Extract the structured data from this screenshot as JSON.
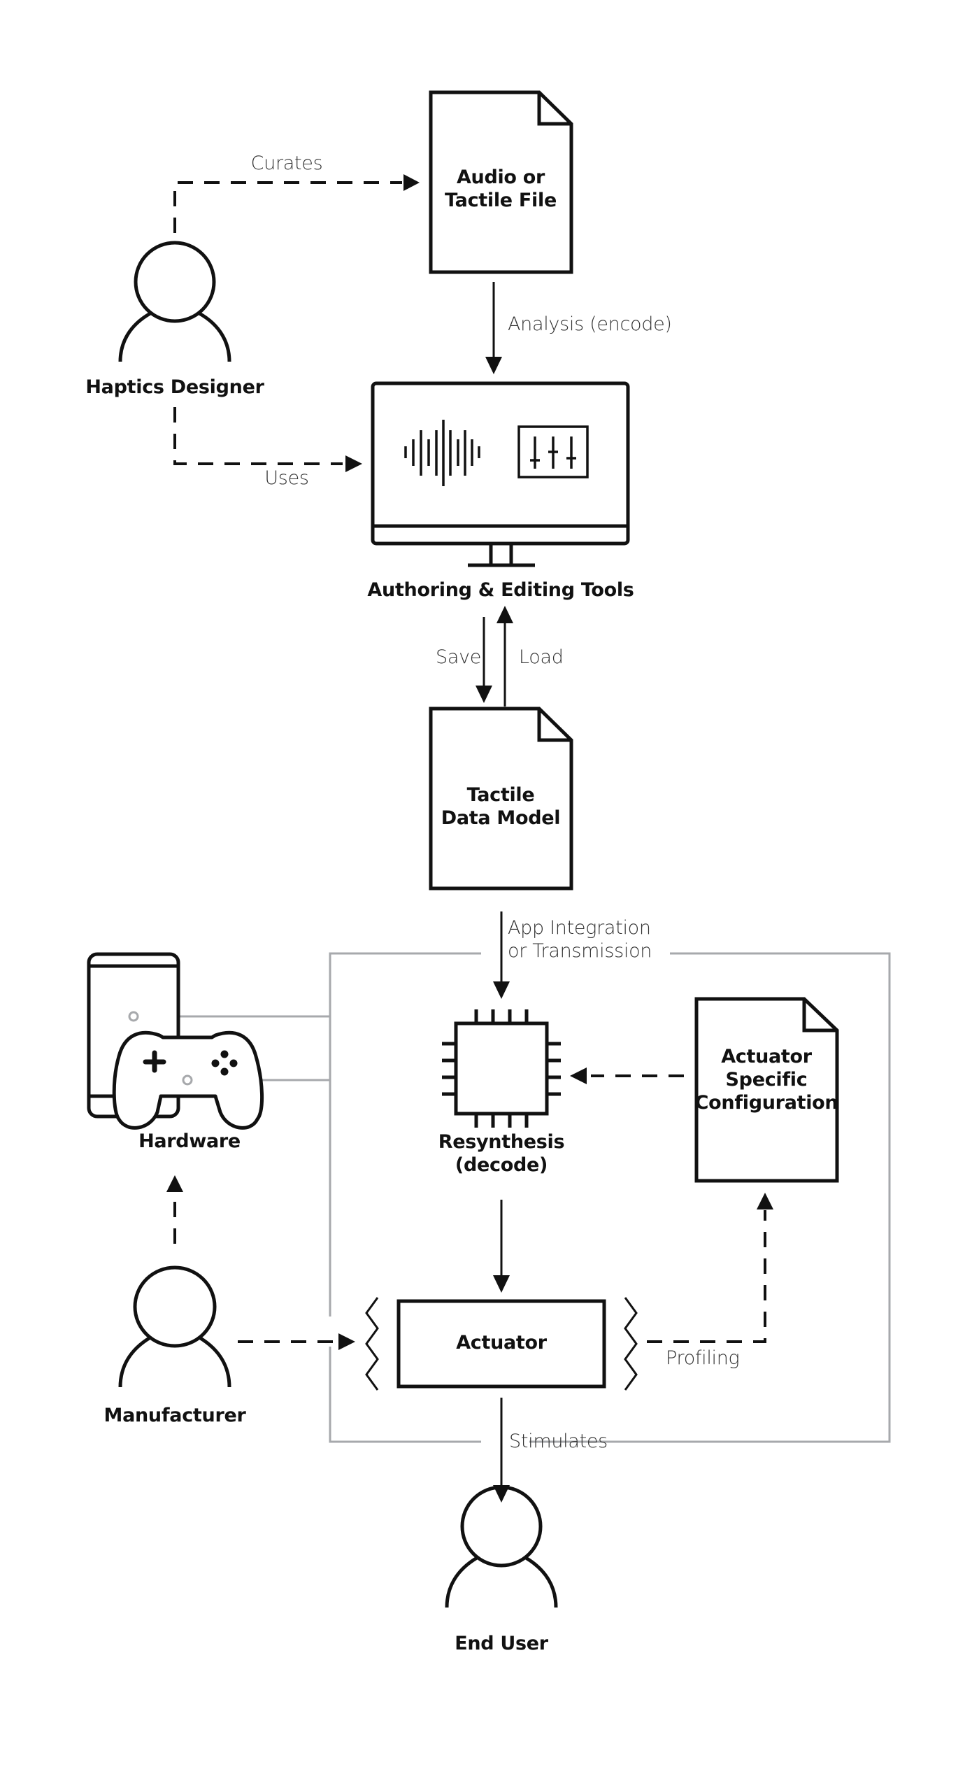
{
  "actors": {
    "haptics_designer": "Haptics Designer",
    "manufacturer": "Manufacturer",
    "end_user": "End User"
  },
  "files": {
    "audio_file": [
      "Audio or",
      "Tactile File"
    ],
    "tactile_model": [
      "Tactile",
      "Data Model"
    ],
    "actuator_config": [
      "Actuator",
      "Specific",
      "Configuration"
    ]
  },
  "components": {
    "authoring_tools": "Authoring & Editing Tools",
    "hardware": "Hardware",
    "resynthesis": [
      "Resynthesis",
      "(decode)"
    ],
    "actuator": "Actuator"
  },
  "edges": {
    "curates": "Curates",
    "uses": "Uses",
    "analysis": "Analysis (encode)",
    "save": "Save",
    "load": "Load",
    "app_integration": [
      "App Integration",
      "or Transmission"
    ],
    "profiling": "Profiling",
    "stimulates": "Stimulates"
  },
  "colors": {
    "stroke": "#111111",
    "boundary": "#a7a9ac"
  }
}
